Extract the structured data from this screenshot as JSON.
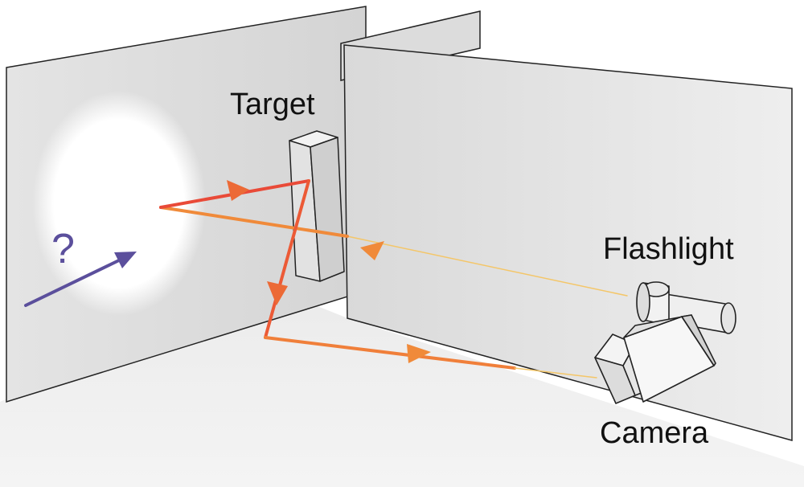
{
  "labels": {
    "target": "Target",
    "flashlight": "Flashlight",
    "camera": "Camera",
    "unknown": "?"
  },
  "colors": {
    "light_path_start": "#f2c65a",
    "light_path_mid": "#f08c3c",
    "light_path_end": "#e8403a",
    "unknown_arrow": "#5b4f9c",
    "wall": "#e6e6e6",
    "floor": "#f0f0f0",
    "outline": "#222222",
    "illuminated_spot": "#ffffff"
  },
  "icons": [
    "flashlight-icon",
    "camera-icon",
    "question-mark-icon",
    "target-box-icon"
  ]
}
